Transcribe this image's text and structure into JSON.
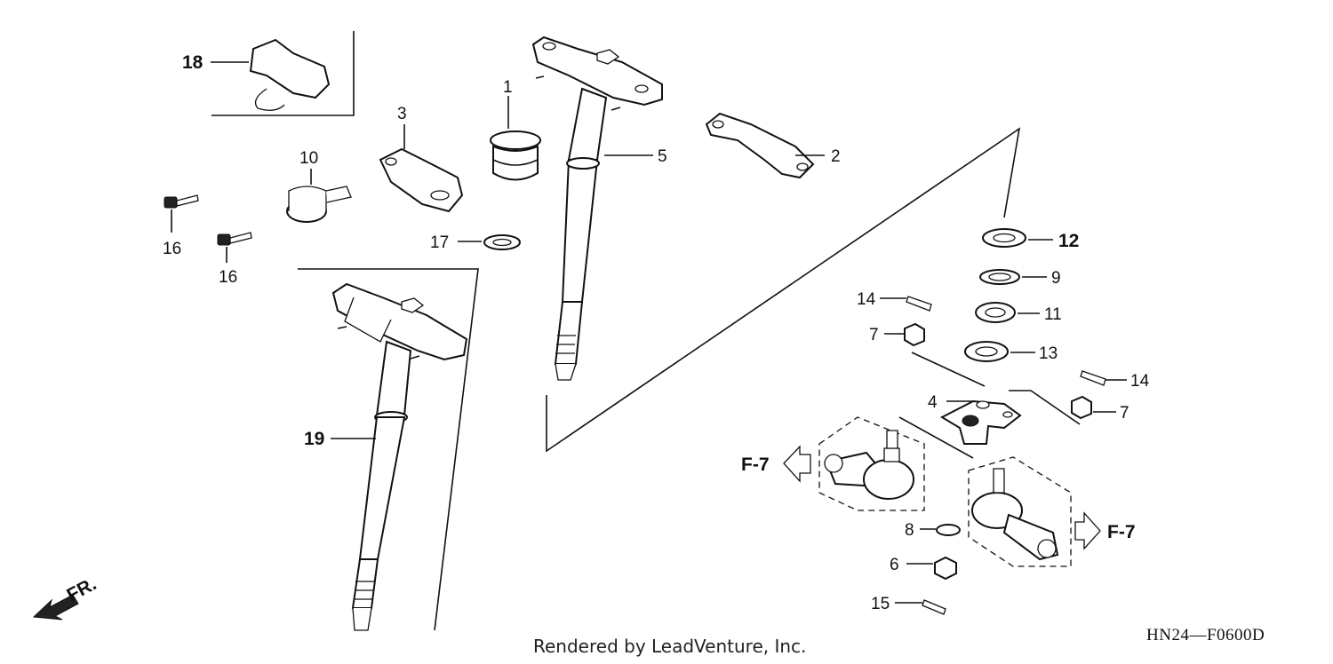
{
  "diagram": {
    "callouts": [
      {
        "id": "c18",
        "text": "18"
      },
      {
        "id": "c3",
        "text": "3"
      },
      {
        "id": "c1",
        "text": "1"
      },
      {
        "id": "c5",
        "text": "5"
      },
      {
        "id": "c2",
        "text": "2"
      },
      {
        "id": "c10",
        "text": "10"
      },
      {
        "id": "c16a",
        "text": "16"
      },
      {
        "id": "c16b",
        "text": "16"
      },
      {
        "id": "c17",
        "text": "17"
      },
      {
        "id": "c12",
        "text": "12"
      },
      {
        "id": "c9",
        "text": "9"
      },
      {
        "id": "c14a",
        "text": "14"
      },
      {
        "id": "c11",
        "text": "11"
      },
      {
        "id": "c7a",
        "text": "7"
      },
      {
        "id": "c13",
        "text": "13"
      },
      {
        "id": "c14b",
        "text": "14"
      },
      {
        "id": "c4",
        "text": "4"
      },
      {
        "id": "c7b",
        "text": "7"
      },
      {
        "id": "c19",
        "text": "19"
      },
      {
        "id": "c8",
        "text": "8"
      },
      {
        "id": "c6",
        "text": "6"
      },
      {
        "id": "c15",
        "text": "15"
      }
    ],
    "refs": {
      "left": "F-7",
      "right": "F-7",
      "front": "FR."
    },
    "footer": "Rendered by LeadVenture, Inc.",
    "code": "HN24—F0600D"
  }
}
